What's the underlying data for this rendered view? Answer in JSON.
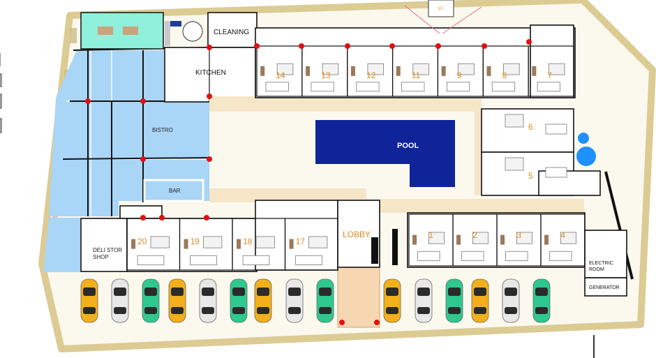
{
  "plan": {
    "areas": {
      "cleaning": "CLEANING",
      "kitchen": "KITCHEN",
      "bistro": "BISTRO",
      "bar": "BAR",
      "pool": "POOL",
      "lobby": "LOBBY",
      "deli_line1": "DELI STOR",
      "deli_line2": "SHOP",
      "electric_line1": "ELECTRIC",
      "electric_line2": "ROOM",
      "generator": "GENERATOR",
      "top_small": "10"
    },
    "top_rooms": [
      "14",
      "13",
      "12",
      "11",
      "9",
      "8",
      "7"
    ],
    "side_rooms": [
      "6",
      "5"
    ],
    "bottom_left_rooms": [
      "20",
      "19",
      "18",
      "17"
    ],
    "bottom_right_rooms": [
      "1",
      "2",
      "3",
      "4"
    ],
    "car_colors": [
      "yellow",
      "white",
      "green",
      "yellow",
      "white",
      "green",
      "yellow",
      "white",
      "green",
      "yellow",
      "white",
      "green",
      "yellow",
      "white",
      "green"
    ],
    "colors": {
      "pool": "#10249a",
      "pool_label": "#ffffff",
      "water": "#a9d5f7",
      "terrace": "#8ff0dc",
      "path": "#f5e6c8",
      "boundary": "#dccb93",
      "room_number": "#e08a1e",
      "marker": "#e01010",
      "car_yellow": "#f3b01a",
      "car_white": "#e8e8e8",
      "car_green": "#2ec98f"
    }
  }
}
